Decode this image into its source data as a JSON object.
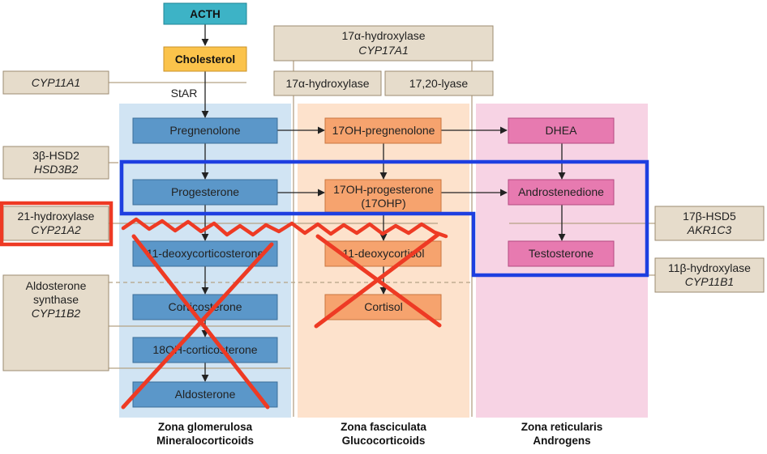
{
  "colors": {
    "zone_glomerulosa": "#d1e4f3",
    "zone_fasciculata": "#fde2cc",
    "zone_reticularis": "#f7d3e4",
    "box_blue": "#5b97c9",
    "box_orange": "#f6a36e",
    "box_pink": "#e77ab0",
    "box_tan": "#e6dccb",
    "acth": "#3db3c6",
    "cholesterol": "#fbc34b",
    "blue_outline": "#1e3fe0",
    "red_mark": "#ee3a24"
  },
  "top": {
    "acth": "ACTH",
    "cholesterol": "Cholesterol",
    "star": "StAR"
  },
  "enzymes": {
    "cyp11a1": "CYP11A1",
    "hsd3b2_name": "3β-HSD2",
    "hsd3b2_gene": "HSD3B2",
    "cyp21a2_name": "21-hydroxylase",
    "cyp21a2_gene": "CYP21A2",
    "cyp11b2_name_line1": "Aldosterone",
    "cyp11b2_name_line2": "synthase",
    "cyp11b2_gene": "CYP11B2",
    "cyp17a1_name": "17α-hydroxylase",
    "cyp17a1_gene": "CYP17A1",
    "hydroxylase_17a": "17α-hydroxylase",
    "lyase_1720": "17,20-lyase",
    "hsd17b5_name": "17β-HSD5",
    "hsd17b5_gene": "AKR1C3",
    "cyp11b1_name": "11β-hydroxylase",
    "cyp11b1_gene": "CYP11B1"
  },
  "steroids": {
    "pregnenolone": "Pregnenolone",
    "progesterone": "Progesterone",
    "deoxycorticosterone": "11-deoxycorticosterone",
    "corticosterone": "Corticosterone",
    "oh18_corticosterone": "18OH-corticosterone",
    "aldosterone": "Aldosterone",
    "oh17_pregnenolone": "17OH-pregnenolone",
    "oh17_progesterone_line1": "17OH-progesterone",
    "oh17_progesterone_line2": "(17OHP)",
    "deoxycortisol": "11-deoxycortisol",
    "cortisol": "Cortisol",
    "dhea": "DHEA",
    "androstenedione": "Androstenedione",
    "testosterone": "Testosterone"
  },
  "zones": {
    "glomerulosa_line1": "Zona glomerulosa",
    "glomerulosa_line2": "Mineralocorticoids",
    "fasciculata_line1": "Zona fasciculata",
    "fasciculata_line2": "Glucocorticoids",
    "reticularis_line1": "Zona reticularis",
    "reticularis_line2": "Androgens"
  }
}
